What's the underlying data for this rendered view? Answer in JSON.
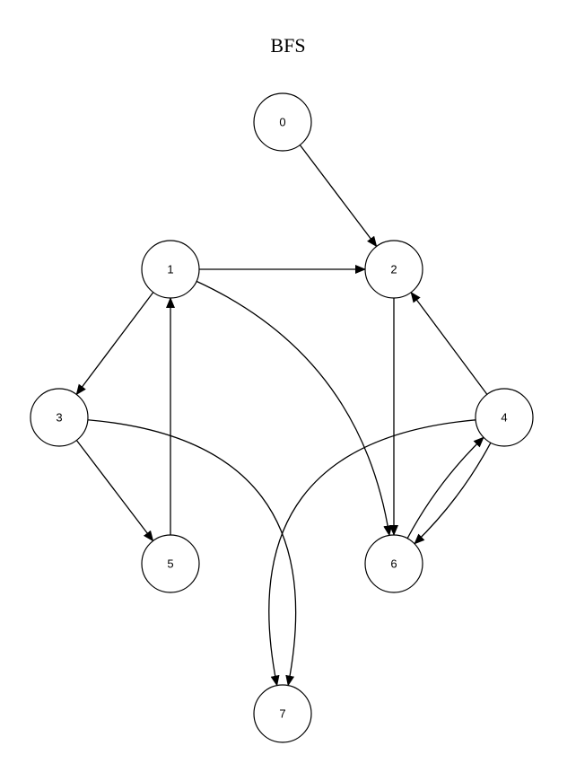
{
  "title": "BFS",
  "nodes": [
    {
      "id": "0",
      "label": "0"
    },
    {
      "id": "1",
      "label": "1"
    },
    {
      "id": "2",
      "label": "2"
    },
    {
      "id": "3",
      "label": "3"
    },
    {
      "id": "4",
      "label": "4"
    },
    {
      "id": "5",
      "label": "5"
    },
    {
      "id": "6",
      "label": "6"
    },
    {
      "id": "7",
      "label": "7"
    }
  ],
  "edges": [
    {
      "from": "0",
      "to": "2"
    },
    {
      "from": "1",
      "to": "2"
    },
    {
      "from": "1",
      "to": "3"
    },
    {
      "from": "1",
      "to": "6"
    },
    {
      "from": "2",
      "to": "6"
    },
    {
      "from": "3",
      "to": "5"
    },
    {
      "from": "3",
      "to": "7"
    },
    {
      "from": "5",
      "to": "1"
    },
    {
      "from": "4",
      "to": "2"
    },
    {
      "from": "4",
      "to": "6"
    },
    {
      "from": "6",
      "to": "4"
    },
    {
      "from": "4",
      "to": "7"
    }
  ],
  "colors": {
    "stroke": "#000000",
    "node_fill": "#ffffff",
    "background": "#ffffff"
  }
}
